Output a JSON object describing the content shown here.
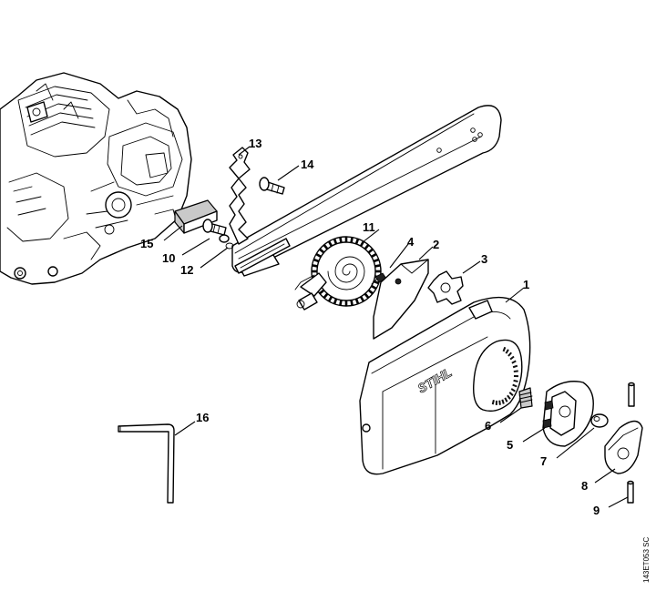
{
  "labels": {
    "n1": "1",
    "n2": "2",
    "n3": "3",
    "n4": "4",
    "n5": "5",
    "n6": "6",
    "n7": "7",
    "n8": "8",
    "n9": "9",
    "n10": "10",
    "n11": "11",
    "n12": "12",
    "n13": "13",
    "n14": "14",
    "n15": "15",
    "n16": "16"
  },
  "brand_logo": "STIHL",
  "drawing_code": "143ET053 SC"
}
